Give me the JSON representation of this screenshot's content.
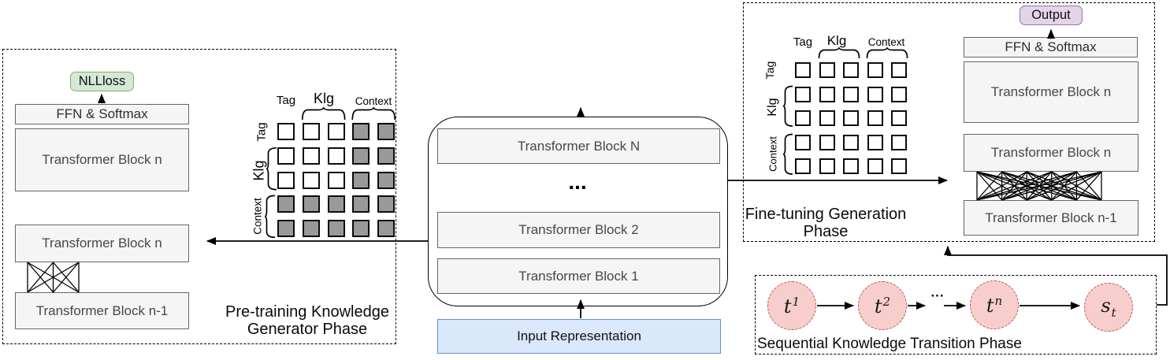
{
  "left_phase": {
    "title_line1": "Pre-training Knowledge",
    "title_line2": "Generator Phase",
    "nllloss_label": "NLLloss",
    "ffn_label": "FFN & Softmax",
    "block_n_top_label": "Transformer Block n",
    "block_n_label": "Transformer Block n",
    "block_n_minus1_label": "Transformer Block n-1",
    "mask": {
      "col_labels": [
        "Tag",
        "Klg",
        "Context"
      ],
      "row_labels": [
        "Tag",
        "Klg",
        "Context"
      ],
      "cells": [
        [
          0,
          0,
          0,
          1,
          1
        ],
        [
          0,
          0,
          0,
          1,
          1
        ],
        [
          0,
          0,
          0,
          1,
          1
        ],
        [
          1,
          1,
          1,
          1,
          1
        ],
        [
          1,
          1,
          1,
          1,
          1
        ]
      ]
    }
  },
  "center_stack": {
    "block_top_label": "Transformer Block N",
    "dots": "...",
    "block_2_label": "Transformer Block 2",
    "block_1_label": "Transformer Block 1",
    "input_label": "Input Representation"
  },
  "right_phase": {
    "title_line1": "Fine-tuning Generation",
    "title_line2": "Phase",
    "output_label": "Output",
    "ffn_label": "FFN & Softmax",
    "block_n_top_label": "Transformer Block n",
    "block_n_label": "Transformer Block n",
    "block_n_minus1_label": "Transformer Block n-1",
    "mask": {
      "col_labels": [
        "Tag",
        "Klg",
        "Context"
      ],
      "row_labels": [
        "Tag",
        "Klg",
        "Context"
      ],
      "cells": [
        [
          0,
          0,
          0,
          0,
          0
        ],
        [
          0,
          0,
          0,
          0,
          0
        ],
        [
          0,
          0,
          0,
          0,
          0
        ],
        [
          0,
          0,
          0,
          0,
          0
        ],
        [
          0,
          0,
          0,
          0,
          0
        ]
      ]
    }
  },
  "sequential_phase": {
    "title": "Sequential Knowledge Transition Phase",
    "dots": "···",
    "nodes": [
      {
        "base": "t",
        "sup": "1"
      },
      {
        "base": "t",
        "sup": "2"
      },
      {
        "base": "t",
        "sup": "n"
      },
      {
        "base": "s",
        "sub": "t"
      }
    ]
  },
  "colors": {
    "mask_filled": "#999999",
    "mask_empty": "#ffffff",
    "box_fill": "#f5f5f5",
    "box_border": "#666666",
    "green_fill": "#d5e8d4",
    "green_border": "#82b366",
    "purple_fill": "#e1d5e7",
    "purple_border": "#9673a6",
    "blue_fill": "#dae8fc",
    "blue_border": "#6c8ebf",
    "pink_fill": "#f8cecc",
    "pink_border": "#b85450"
  }
}
